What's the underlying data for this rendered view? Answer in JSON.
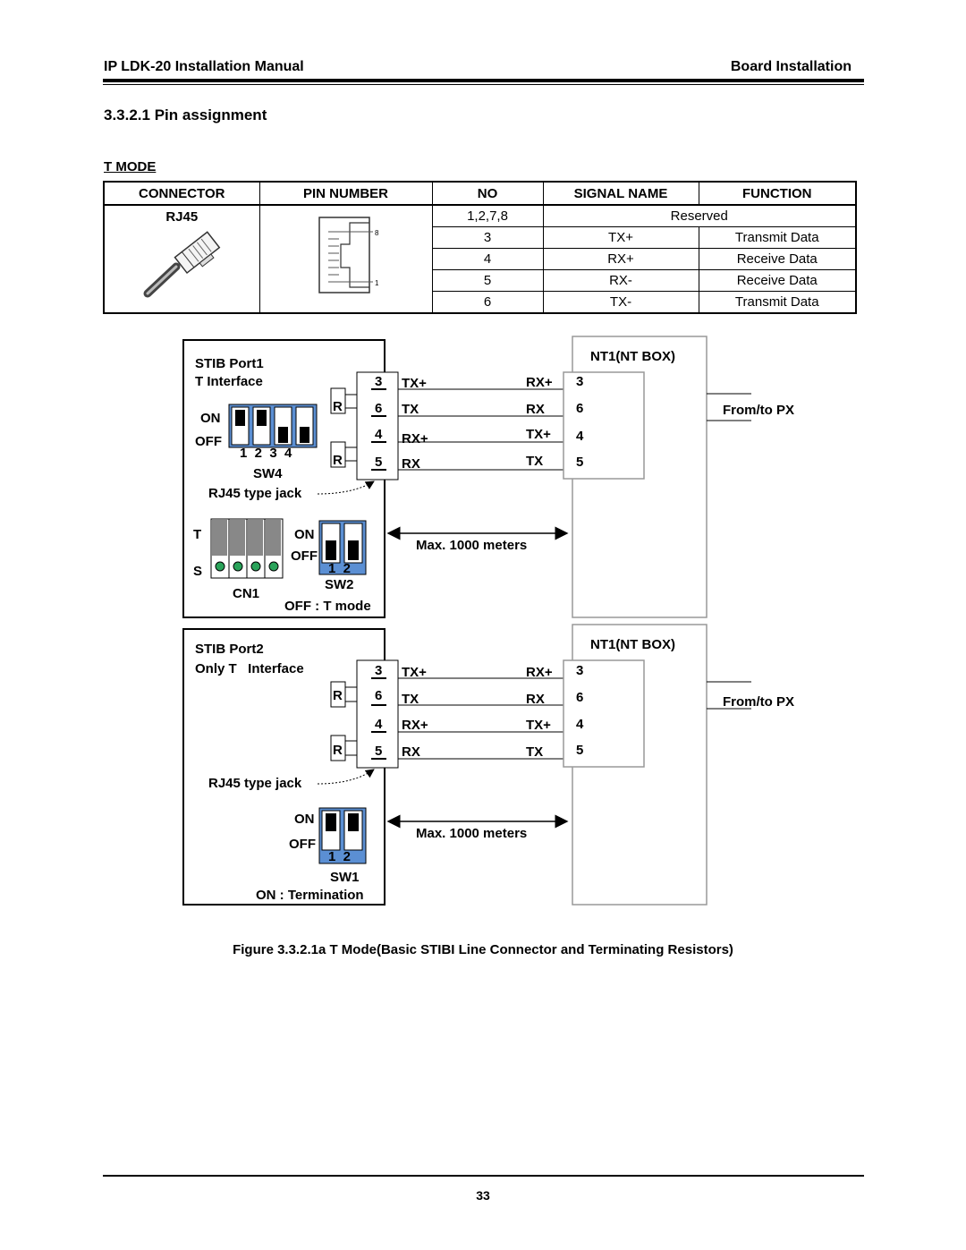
{
  "header": {
    "left": "IP LDK-20 Installation Manual",
    "right": "Board Installation"
  },
  "section_title": "3.3.2.1 Pin assignment",
  "mode_label": "T MODE",
  "table": {
    "headers": [
      "CONNECTOR",
      "PIN NUMBER",
      "NO",
      "SIGNAL NAME",
      "FUNCTION"
    ],
    "connector": "RJ45",
    "pin_marks": [
      "8",
      "1"
    ],
    "reserved_row": {
      "no": "1,2,7,8",
      "signal": "Reserved"
    },
    "rows": [
      {
        "no": "3",
        "signal": "TX+",
        "function": "Transmit Data"
      },
      {
        "no": "4",
        "signal": "RX+",
        "function": "Receive Data"
      },
      {
        "no": "5",
        "signal": "RX-",
        "function": "Receive Data"
      },
      {
        "no": "6",
        "signal": "TX-",
        "function": "Transmit Data"
      }
    ]
  },
  "diagram": {
    "port1": {
      "title": "STIB Port1",
      "subtitle": "T  Interface",
      "on": "ON",
      "off": "OFF",
      "sw4_numbers": "1  2  3  4",
      "sw4_label": "SW4",
      "rj45": "RJ45 type jack",
      "t_label": "T",
      "s_label": "S",
      "cn1": "CN1",
      "sw2_on": "ON",
      "sw2_off": "OFF",
      "sw2_numbers": "1  2",
      "sw2_label": "SW2",
      "mode_note": "OFF : T mode"
    },
    "port2": {
      "title": "STIB Port2",
      "subtitle": "Only T   Interface",
      "rj45": "RJ45 type jack",
      "sw1_on": "ON",
      "sw1_off": "OFF",
      "sw1_numbers": "1  2",
      "sw1_label": "SW1",
      "termination": "ON : Termination"
    },
    "resistor": "R",
    "pins": [
      {
        "pin": "3",
        "left": "TX+",
        "right": "RX+",
        "nt": "3"
      },
      {
        "pin": "6",
        "left": "TX",
        "right": "RX",
        "nt": "6"
      },
      {
        "pin": "4",
        "left": "RX+",
        "right": "TX+",
        "nt": "4"
      },
      {
        "pin": "5",
        "left": "RX",
        "right": "TX",
        "nt": "5"
      }
    ],
    "nt_box": "NT1(NT BOX)",
    "from_px": "From/to PX",
    "distance": "Max. 1000 meters"
  },
  "figure_caption": "Figure 3.3.2.1a T Mode(Basic STIBI Line Connector and Terminating Resistors)",
  "page_number": "33"
}
